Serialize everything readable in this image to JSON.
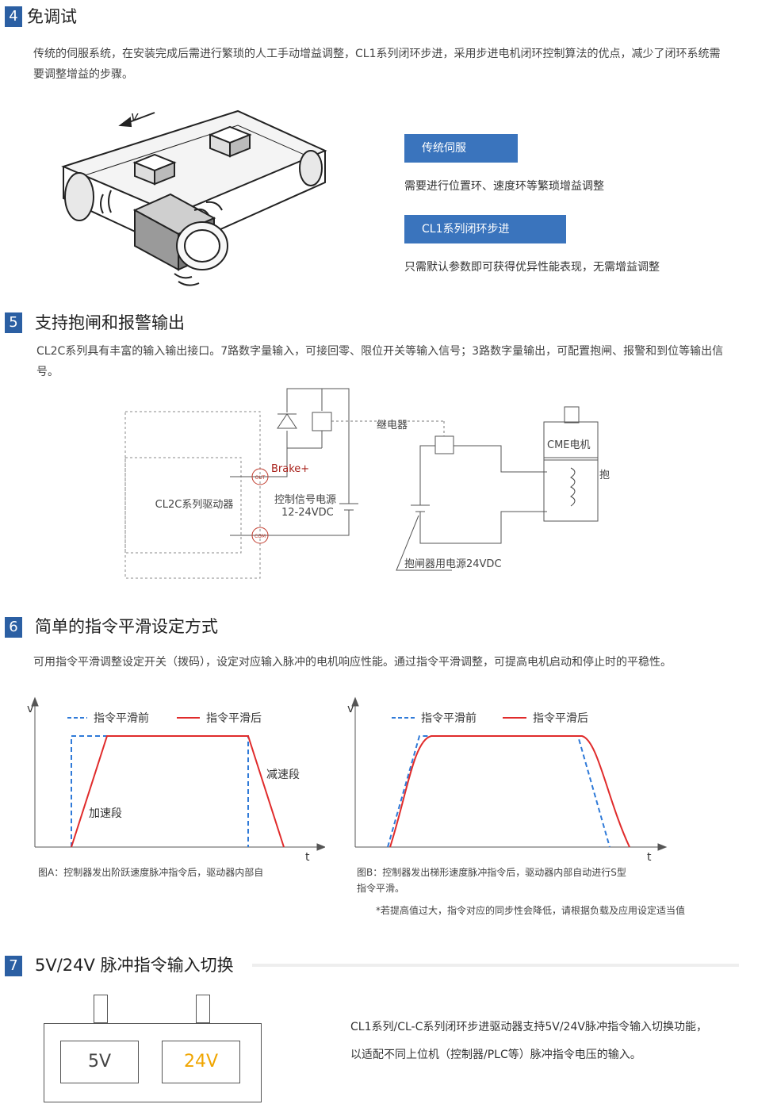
{
  "section4": {
    "num": "4",
    "title": "免调试",
    "para": "传统的伺服系统，在安装完成后需进行繁琐的人工手动增益调整，CL1系列闭环步进，采用步进电机闭环控制算法的优点，减少了闭环系统需要调整增益的步骤。",
    "illustration_label": "v",
    "tag1": "传统伺服",
    "note1": "需要进行位置环、速度环等繁琐增益调整",
    "tag2": "CL1系列闭环步进",
    "note2": "只需默认参数即可获得优异性能表现，无需增益调整"
  },
  "section5": {
    "num": "5",
    "title": "支持抱闸和报警输出",
    "para": "CL2C系列具有丰富的输入输出接口。7路数字量输入，可接回零、限位开关等输入信号；3路数字量输出，可配置抱闸、报警和到位等输出信号。",
    "diagram": {
      "driver": "CL2C系列驱动器",
      "brake": "Brake+",
      "relay": "继电器",
      "supply_label": "控制信号电源",
      "supply_value": "12-24VDC",
      "motor": "CME电机",
      "brake_device": "抱闸器",
      "brake_power": "抱闸器用电源24VDC",
      "terminal_top": "OUT",
      "terminal_bottom": "COM"
    }
  },
  "section6": {
    "num": "6",
    "title": "简单的指令平滑设定方式",
    "para": "可用指令平滑调整设定开关（拨码），设定对应输入脉冲的电机响应性能。通过指令平滑调整，可提高电机启动和停止时的平稳性。",
    "chartA": {
      "ylabel": "v",
      "xlabel": "t",
      "legend_before": "指令平滑前",
      "legend_after": "指令平滑后",
      "accel": "加速段",
      "decel": "减速段",
      "caption": "图A：控制器发出阶跃速度脉冲指令后，驱动器内部自"
    },
    "chartB": {
      "ylabel": "v",
      "xlabel": "t",
      "legend_before": "指令平滑前",
      "legend_after": "指令平滑后",
      "caption": "图B：控制器发出梯形速度脉冲指令后，驱动器内部自动进行S型指令平滑。"
    },
    "footnote": "*若提高值过大，指令对应的同步性会降低，请根据负载及应用设定适当值",
    "colors": {
      "before": "#2f7ad8",
      "after": "#e02b2b"
    }
  },
  "section7": {
    "num": "7",
    "title": "5V/24V 脉冲指令输入切换",
    "switch_5v": "5V",
    "switch_24v": "24V",
    "line1": "CL1系列/CL-C系列闭环步进驱动器支持5V/24V脉冲指令输入切换功能，",
    "line2": "以适配不同上位机（控制器/PLC等）脉冲指令电压的输入。",
    "color_24v": "#f0a500"
  }
}
